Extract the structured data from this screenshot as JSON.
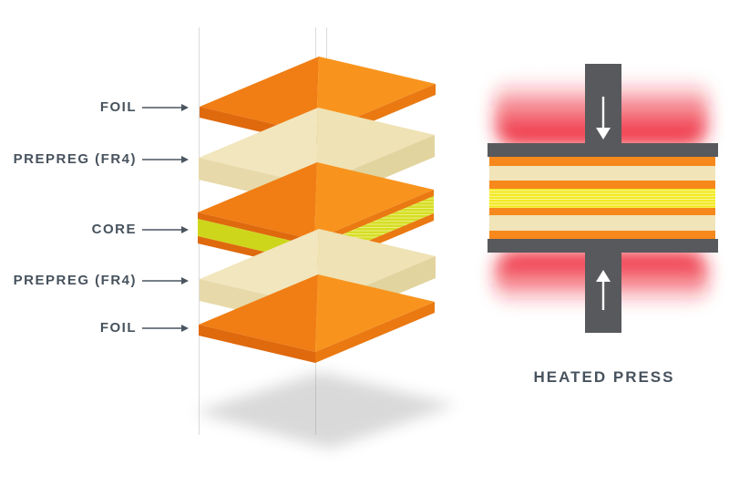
{
  "diagram": {
    "left_stack": {
      "labels": [
        {
          "text": "FOIL"
        },
        {
          "text": "PREPREG (FR4)"
        },
        {
          "text": "CORE"
        },
        {
          "text": "PREPREG (FR4)"
        },
        {
          "text": "FOIL"
        }
      ]
    },
    "press": {
      "label": "HEATED PRESS"
    },
    "colors": {
      "foil_orange": "#F6881C",
      "foil_orange_edge_left": "#DF690D",
      "foil_orange_edge_right": "#EA7912",
      "prepreg_cream": "#F0E4B8",
      "prepreg_cream_edge": "#E7D9A9",
      "core_yellow": "#D6DE24",
      "press_core_yellow": "#F2E818",
      "press_gray": "#58595C",
      "heat_red": "#ED1C2E",
      "label_slate": "#47525D",
      "guide_line_gray": "#DBDBDB"
    },
    "icons": {
      "label_pointer": "arrow-right-icon",
      "press_top": "arrow-down-icon",
      "press_bottom": "arrow-up-icon"
    }
  }
}
